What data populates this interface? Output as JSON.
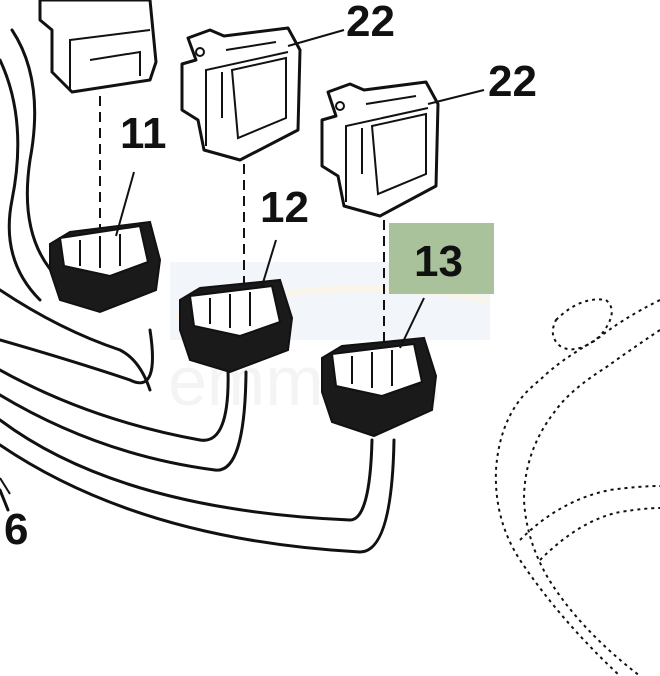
{
  "diagram": {
    "labels": {
      "relay_a": "22",
      "relay_b": "22",
      "socket_11": "11",
      "socket_12": "12",
      "socket_13": "13",
      "harness": "6"
    },
    "highlight_color": "#a9c29b",
    "watermark_text": "emmerts"
  }
}
